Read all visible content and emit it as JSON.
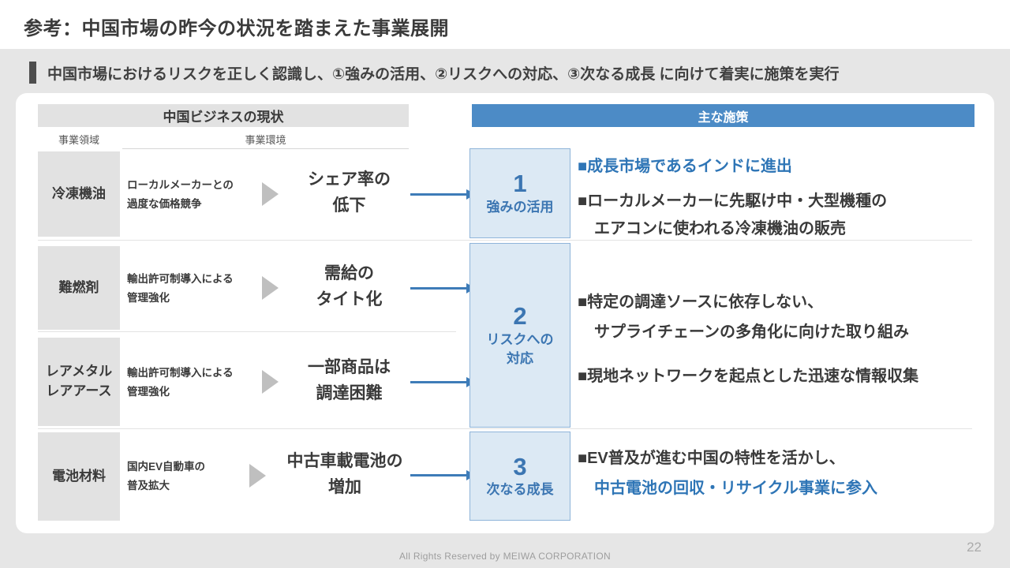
{
  "slide": {
    "title": "参考：中国市場の昨今の状況を踏まえた事業展開",
    "key_message": "中国市場におけるリスクを正しく認識し、①強みの活用、②リスクへの対応、③次なる成長 に向けて着実に施策を実行",
    "footer": "All Rights Reserved by MEIWA CORPORATION",
    "page_number": "22"
  },
  "colors": {
    "accent_blue": "#4C8BC6",
    "step_box_fill": "#DCE9F4",
    "step_box_border": "#8FB4D9",
    "blue_text": "#2E75B6",
    "gray_fill": "#E2E2E2",
    "dark_text": "#3A3A3A",
    "arrow_blue": "#3E7CB8"
  },
  "current_state": {
    "header": "中国ビジネスの現状",
    "col_domain": "事業領域",
    "col_environment": "事業環境",
    "rows": [
      {
        "label": "冷凍機油",
        "environment": "ローカルメーカーとの\n過度な価格競争",
        "outcome": "シェア率の\n低下"
      },
      {
        "label": "難燃剤",
        "environment": "輸出許可制導入による\n管理強化",
        "outcome": "需給の\nタイト化"
      },
      {
        "label": "レアメタル\nレアアース",
        "environment": "輸出許可制導入による\n管理強化",
        "outcome": "一部商品は\n調達困難"
      },
      {
        "label": "電池材料",
        "environment": "国内EV自動車の\n普及拡大",
        "outcome": "中古車載電池の\n増加"
      }
    ]
  },
  "measures": {
    "header": "主な施策",
    "steps": [
      {
        "number": "1",
        "label": "強みの活用"
      },
      {
        "number": "2",
        "label": "リスクへの\n対応"
      },
      {
        "number": "3",
        "label": "次なる成長"
      }
    ],
    "groups": [
      {
        "line1": "■成長市場であるインドに進出",
        "line2": "■ローカルメーカーに先駆け中・大型機種の",
        "line3": "エアコンに使われる冷凍機油の販売"
      },
      {
        "line1": "■特定の調達ソースに依存しない、",
        "line2": "サプライチェーンの多角化に向けた取り組み",
        "line3": "■現地ネットワークを起点とした迅速な情報収集"
      },
      {
        "line1": "■EV普及が進む中国の特性を活かし、",
        "line2": "中古電池の回収・リサイクル事業に参入"
      }
    ]
  }
}
